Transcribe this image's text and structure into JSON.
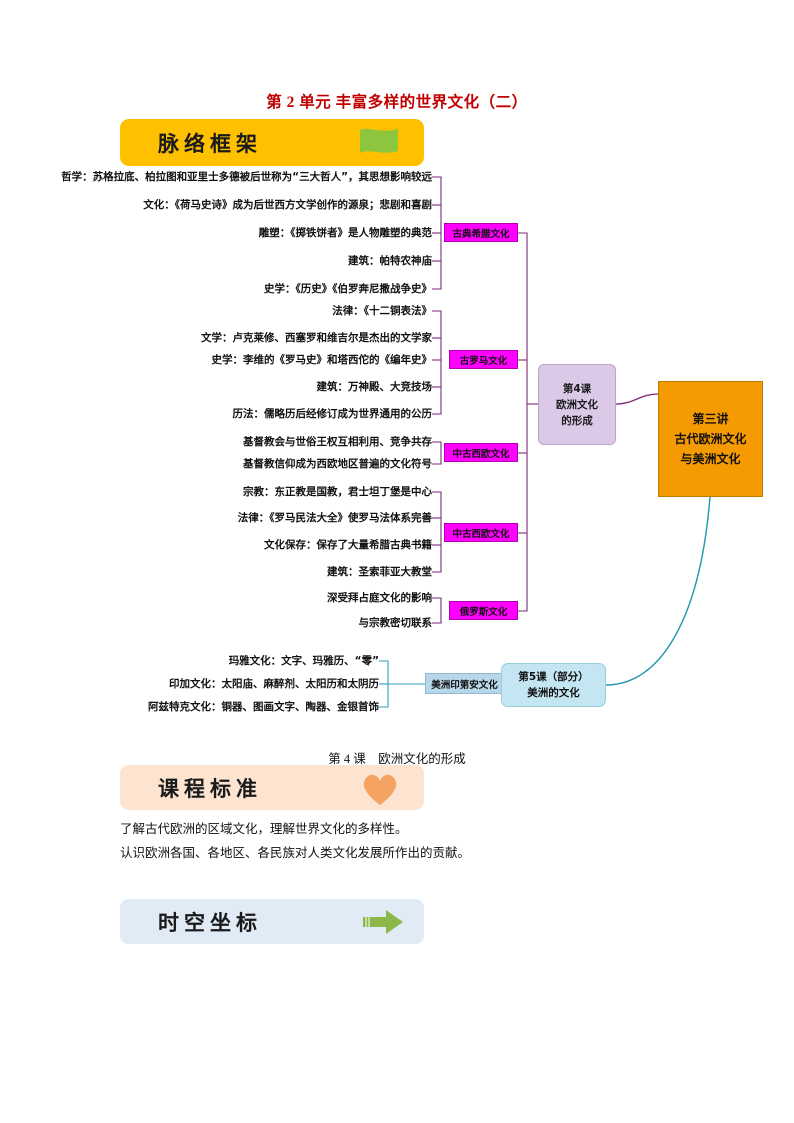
{
  "page": {
    "unit_title": "第 2 单元 丰富多样的世界文化（二）",
    "lesson_caption": "第 4 课　欧洲文化的形成"
  },
  "banners": [
    {
      "label": "脉络框架",
      "icon": "green-flag-icon",
      "bg": "#ffc000"
    },
    {
      "label": "课程标准",
      "icon": "orange-heart-icon",
      "bg": "#fce4d0"
    },
    {
      "label": "时空坐标",
      "icon": "green-arrow-icon",
      "bg": "#e0ebf5"
    }
  ],
  "standards": [
    "了解古代欧洲的区域文化，理解世界文化的多样性。",
    "认识欧洲各国、各地区、各民族对人类文化发展所作出的贡献。"
  ],
  "mindmap": {
    "root": {
      "lines": [
        "第三讲",
        "古代欧洲文化",
        "与美洲文化"
      ],
      "color": "#f59a00"
    },
    "lesson4": {
      "lines": [
        "第4课",
        "欧洲文化",
        "的形成"
      ],
      "color": "#dcc9e8"
    },
    "lesson5": {
      "lines": [
        "第5课（部分）",
        "美洲的文化"
      ],
      "color": "#c3e6f2"
    },
    "america_node": {
      "label": "美洲印第安文化",
      "color": "#b8d6ea"
    },
    "branch_color": "#7d2a7d",
    "america_branch_color": "#2f9fb5",
    "categories": [
      {
        "label": "古典希腊文化",
        "color": "#ff00ff"
      },
      {
        "label": "古罗马文化",
        "color": "#ff00ff"
      },
      {
        "label": "中古西欧文化",
        "color": "#ff00ff"
      },
      {
        "label": "中古西欧文化",
        "color": "#ff00ff"
      },
      {
        "label": "俄罗斯文化",
        "color": "#ff00ff"
      }
    ],
    "leaves": [
      "哲学：苏格拉底、柏拉图和亚里士多德被后世称为“三大哲人”，其思想影响较远",
      "文化：《荷马史诗》成为后世西方文学创作的源泉；悲剧和喜剧",
      "雕塑：《掷铁饼者》是人物雕塑的典范",
      "建筑：帕特农神庙",
      "史学：《历史》《伯罗奔尼撒战争史》",
      "法律：《十二铜表法》",
      "文学：卢克莱修、西塞罗和维吉尔是杰出的文学家",
      "史学：李维的《罗马史》和塔西佗的《编年史》",
      "建筑：万神殿、大竞技场",
      "历法：儒略历后经修订成为世界通用的公历",
      "基督教会与世俗王权互相利用、竞争共存",
      "基督教信仰成为西欧地区普遍的文化符号",
      "宗教：东正教是国教，君士坦丁堡是中心",
      "法律：《罗马民法大全》使罗马法体系完善",
      "文化保存：保存了大量希腊古典书籍",
      "建筑：圣索菲亚大教堂",
      "深受拜占庭文化的影响",
      "与宗教密切联系"
    ],
    "america_leaves": [
      "玛雅文化：文字、玛雅历、“零”",
      "印加文化：太阳庙、麻醉剂、太阳历和太阴历",
      "阿兹特克文化：铜器、图画文字、陶器、金银首饰"
    ]
  }
}
